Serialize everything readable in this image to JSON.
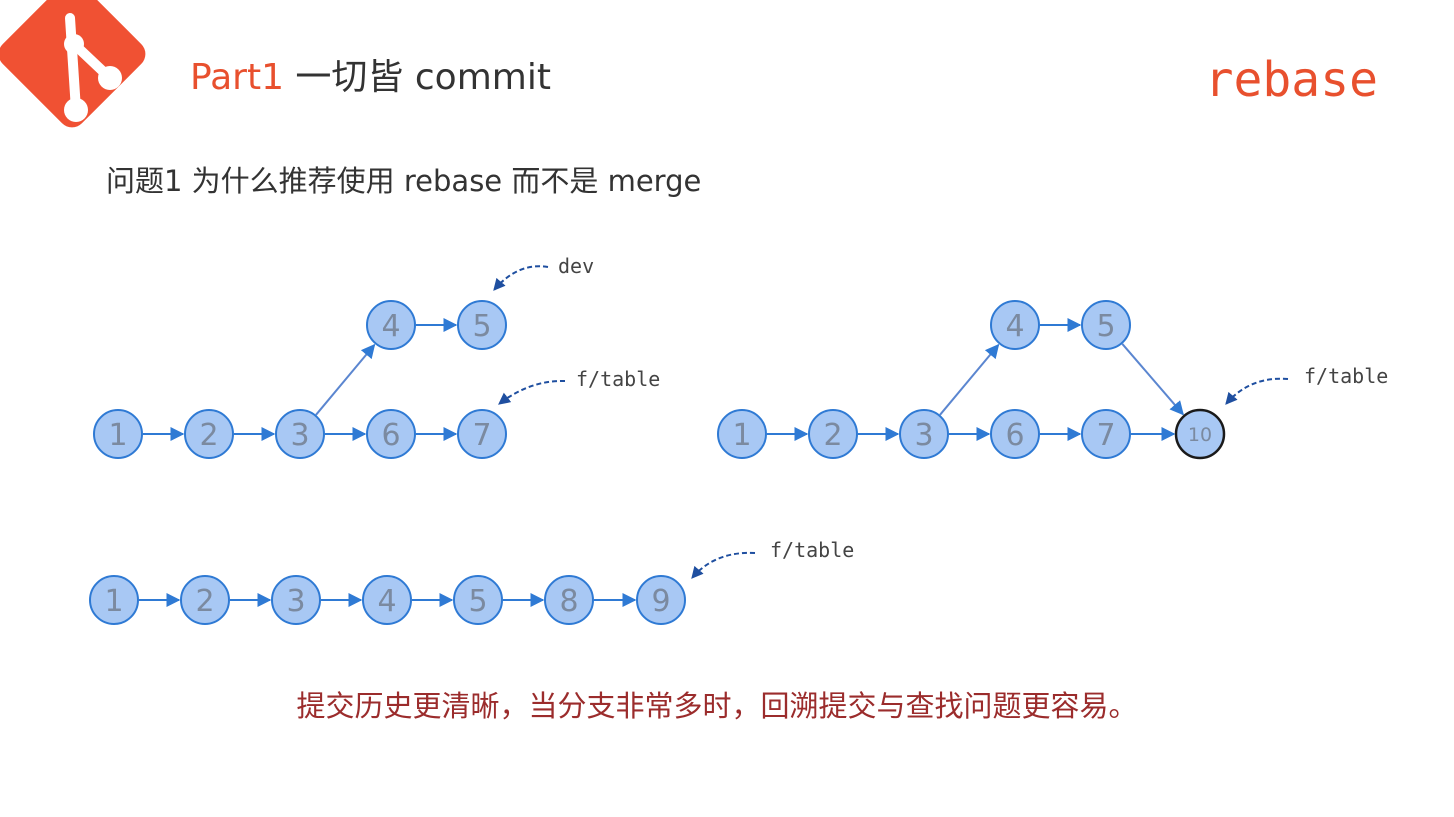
{
  "header": {
    "part": "Part1",
    "title": " 一切皆 commit"
  },
  "topic": "rebase",
  "question": "问题1 为什么推荐使用 rebase 而不是 merge",
  "conclusion": "提交历史更清晰，当分支非常多时，回溯提交与查找问题更容易。",
  "colors": {
    "accent": "#e8502e",
    "node_fill": "#a8c8f4",
    "node_stroke": "#2f7ad4",
    "edge": "#2f7ad4",
    "conclusion": "#9b2c2c"
  },
  "icons": {
    "logo": "git-logo-icon"
  },
  "graphs": [
    {
      "id": "before",
      "nodes": [
        "1",
        "2",
        "3",
        "4",
        "5",
        "6",
        "7"
      ],
      "edges": [
        [
          "1",
          "2"
        ],
        [
          "2",
          "3"
        ],
        [
          "3",
          "4"
        ],
        [
          "4",
          "5"
        ],
        [
          "3",
          "6"
        ],
        [
          "6",
          "7"
        ]
      ],
      "labels": [
        {
          "text": "dev",
          "target": "5"
        },
        {
          "text": "f/table",
          "target": "7"
        }
      ]
    },
    {
      "id": "merge",
      "nodes": [
        "1",
        "2",
        "3",
        "4",
        "5",
        "6",
        "7",
        "10"
      ],
      "edges": [
        [
          "1",
          "2"
        ],
        [
          "2",
          "3"
        ],
        [
          "3",
          "4"
        ],
        [
          "4",
          "5"
        ],
        [
          "3",
          "6"
        ],
        [
          "6",
          "7"
        ],
        [
          "7",
          "10"
        ],
        [
          "5",
          "10"
        ]
      ],
      "merge_commit": "10",
      "labels": [
        {
          "text": "f/table",
          "target": "10"
        }
      ]
    },
    {
      "id": "rebase",
      "nodes": [
        "1",
        "2",
        "3",
        "4",
        "5",
        "8",
        "9"
      ],
      "edges": [
        [
          "1",
          "2"
        ],
        [
          "2",
          "3"
        ],
        [
          "3",
          "4"
        ],
        [
          "4",
          "5"
        ],
        [
          "5",
          "8"
        ],
        [
          "8",
          "9"
        ]
      ],
      "labels": [
        {
          "text": "f/table",
          "target": "9"
        }
      ]
    }
  ]
}
